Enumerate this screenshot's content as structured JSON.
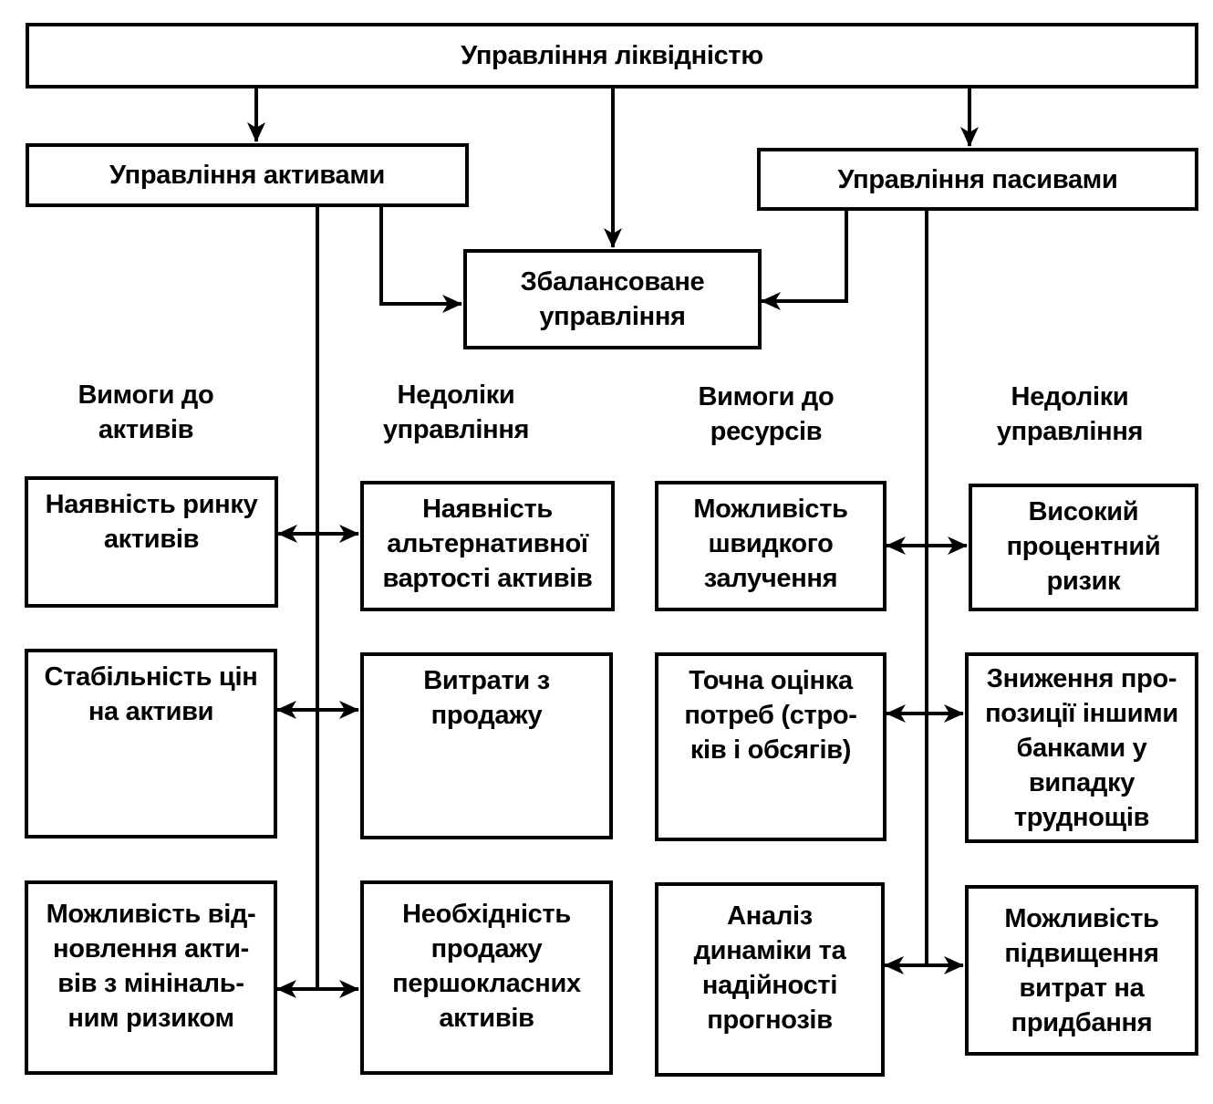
{
  "diagram": {
    "title": "Управління ліквідністю",
    "assets_management": "Управління активами",
    "liabilities_management": "Управління пасивами",
    "balanced_management": [
      "Збалансоване",
      "управління"
    ],
    "headings": {
      "asset_requirements": [
        "Вимоги до",
        "активів"
      ],
      "asset_drawbacks": [
        "Недоліки",
        "управління"
      ],
      "resource_requirements": [
        "Вимоги до",
        "ресурсів"
      ],
      "liability_drawbacks": [
        "Недоліки",
        "управління"
      ]
    },
    "asset_requirements": [
      [
        "Наявність ринку",
        "активів"
      ],
      [
        "Стабільність цін",
        "на активи"
      ],
      [
        "Можливість від-",
        "новлення акти-",
        "вів з мініналь-",
        "ним ризиком"
      ]
    ],
    "asset_drawbacks": [
      [
        "Наявність",
        "альтернативної",
        "вартості активів"
      ],
      [
        "Витрати з",
        "продажу"
      ],
      [
        "Необхідність",
        "продажу",
        "першокласних",
        "активів"
      ]
    ],
    "resource_requirements": [
      [
        "Можливість",
        "швидкого",
        "залучення"
      ],
      [
        "Точна оцінка",
        "потреб (стро-",
        "ків і обсягів)"
      ],
      [
        "Аналіз",
        "динаміки та",
        "надійності",
        "прогнозів"
      ]
    ],
    "liability_drawbacks": [
      [
        "Високий",
        "процентний",
        "ризик"
      ],
      [
        "Зниження про-",
        "позиції іншими",
        "банками у",
        "випадку",
        "труднощів"
      ],
      [
        "Можливість",
        "підвищення",
        "витрат на",
        "придбання"
      ]
    ]
  }
}
